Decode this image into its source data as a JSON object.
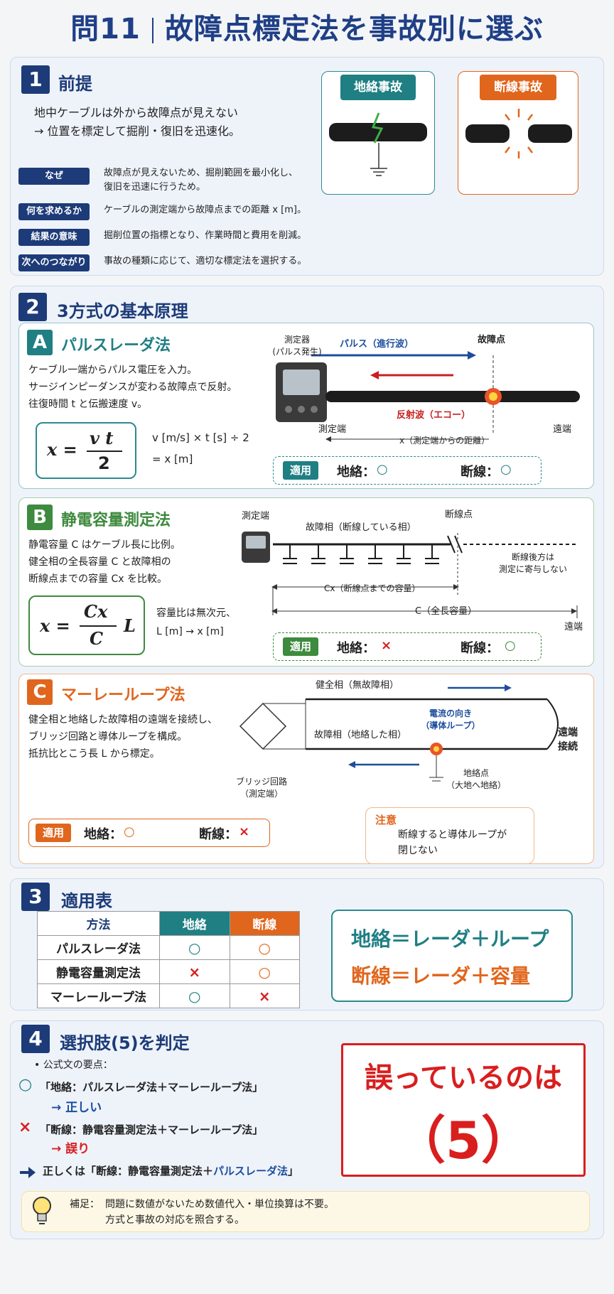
{
  "title": {
    "number": "問11",
    "main": "故障点標定法を事故別に選ぶ"
  },
  "s1": {
    "num": "1",
    "heading": "前提",
    "lead1": "地中ケーブルは外から故障点が見えない",
    "lead2": "→ 位置を標定して掘削・復旧を迅速化。",
    "rows": [
      {
        "tag": "なぜ",
        "text1": "故障点が見えないため、掘削範囲を最小化し、",
        "text2": "復旧を迅速に行うため。"
      },
      {
        "tag": "何を求めるか",
        "text1": "ケーブルの測定端から故障点までの距離 x [m]。",
        "text2": ""
      },
      {
        "tag": "結果の意味",
        "text1": "掘削位置の指標となり、作業時間と費用を削減。",
        "text2": ""
      },
      {
        "tag": "次へのつながり",
        "text1": "事故の種類に応じて、適切な標定法を選択する。",
        "text2": ""
      }
    ],
    "card_ground": "地絡事故",
    "card_break": "断線事故"
  },
  "s2": {
    "num": "2",
    "heading": "3方式の基本原理",
    "A": {
      "letter": "A",
      "name": "パルスレーダ法",
      "desc": [
        "ケーブル一端からパルス電圧を入力。",
        "サージインピーダンスが変わる故障点で反射。",
        "往復時間 t と伝搬速度 v。"
      ],
      "formula_lhs": "x =",
      "formula_num": "v t",
      "formula_den": "2",
      "note1": "v [m/s] × t [s] ÷ 2",
      "note2": "= x [m]",
      "meter": "測定器",
      "meter2": "(パルス発生)",
      "pulse": "パルス（進行波）",
      "fault": "故障点",
      "reflect": "反射波（エコー）",
      "end_meas": "測定端",
      "end_far": "遠端",
      "dist": "x（測定端からの距離）",
      "apply": "適用",
      "g_label": "地絡：",
      "g_mark": "○",
      "b_label": "断線：",
      "b_mark": "○"
    },
    "B": {
      "letter": "B",
      "name": "静電容量測定法",
      "desc": [
        "静電容量 C はケーブル長に比例。",
        "健全相の全長容量 C と故障相の",
        "断線点までの容量 Cx を比較。"
      ],
      "formula_lhs": "x =",
      "formula_num": "Cx",
      "formula_den": "C",
      "formula_tail": "L",
      "note1": "容量比は無次元、",
      "note2": "L [m] → x [m]",
      "end_meas": "測定端",
      "phase": "故障相（断線している相）",
      "break": "断線点",
      "after1": "断線後方は",
      "after2": "測定に寄与しない",
      "cx": "Cx（断線点までの容量）",
      "c": "C（全長容量）",
      "far": "遠端",
      "apply": "適用",
      "g_label": "地絡：",
      "g_mark": "×",
      "b_label": "断線：",
      "b_mark": "○"
    },
    "C": {
      "letter": "C",
      "name": "マーレーループ法",
      "desc": [
        "健全相と地絡した故障相の遠端を接続し、",
        "ブリッジ回路と導体ループを構成。",
        "抵抗比とこう長 L から標定。"
      ],
      "healthy": "健全相（無故障相）",
      "faulty": "故障相（地絡した相）",
      "current1": "電流の向き",
      "current2": "（導体ループ）",
      "far1": "遠端",
      "far2": "接続",
      "bridge1": "ブリッジ回路",
      "bridge2": "（測定端）",
      "gp1": "地絡点",
      "gp2": "（大地へ地絡）",
      "apply": "適用",
      "g_label": "地絡：",
      "g_mark": "○",
      "b_label": "断線：",
      "b_mark": "×",
      "caution": "注意",
      "caution1": "断線すると導体ループが",
      "caution2": "閉じない"
    }
  },
  "s3": {
    "num": "3",
    "heading": "適用表",
    "headers": [
      "方法",
      "地絡",
      "断線"
    ],
    "rows": [
      [
        "パルスレーダ法",
        "○",
        "○"
      ],
      [
        "静電容量測定法",
        "×",
        "○"
      ],
      [
        "マーレーループ法",
        "○",
        "×"
      ]
    ],
    "summary1": "地絡＝レーダ＋ループ",
    "summary2": "断線＝レーダ＋容量"
  },
  "s4": {
    "num": "4",
    "heading": "選択肢(5)を判定",
    "point": "• 公式文の要点：",
    "line1_mark": "○",
    "line1": "「地絡：パルスレーダ法＋マーレーループ法」",
    "line1_res": "→  正しい",
    "line2_mark": "×",
    "line2": "「断線：静電容量測定法＋マーレーループ法」",
    "line2_res": "→  誤り",
    "line3_pre": "正しくは「断線：静電容量測定法＋",
    "line3_hl": "パルスレーダ法",
    "line3_post": "」",
    "answer1": "誤っているのは",
    "answer2": "（5）",
    "note_label": "補足：",
    "note1": "問題に数値がないため数値代入・単位換算は不要。",
    "note2": "方式と事故の対応を照合する。"
  },
  "colors": {
    "navy": "#1d3b78",
    "teal": "#1f7f83",
    "green": "#3e8a3e",
    "orange": "#e0661d",
    "red": "#d91e1e"
  }
}
